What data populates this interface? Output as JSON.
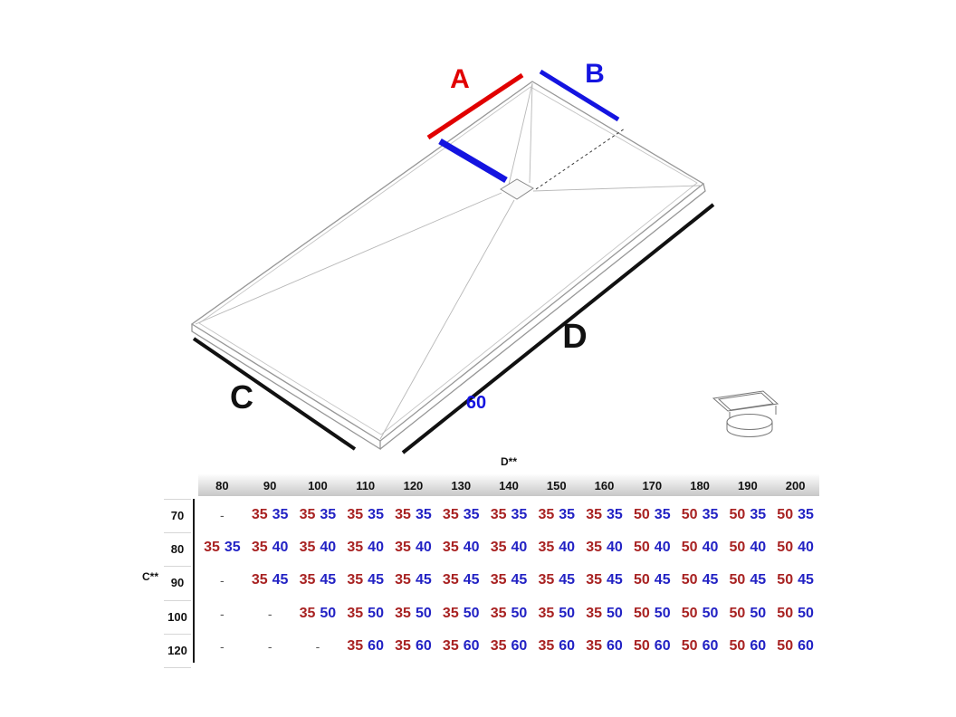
{
  "diagram": {
    "label_a": "A",
    "label_b": "B",
    "label_c": "C",
    "label_d": "D",
    "drain_offset": "60"
  },
  "colors": {
    "dim_a_red": "#e10000",
    "dim_b_blue": "#1414e0",
    "cell_red": "#a82222",
    "cell_blue": "#2222c4"
  },
  "table": {
    "d_header": "D**",
    "c_header": "C**",
    "columns": [
      "80",
      "90",
      "100",
      "110",
      "120",
      "130",
      "140",
      "150",
      "160",
      "170",
      "180",
      "190",
      "200"
    ],
    "rows": [
      {
        "label": "70",
        "cells": [
          "-",
          [
            "35",
            "35"
          ],
          [
            "35",
            "35"
          ],
          [
            "35",
            "35"
          ],
          [
            "35",
            "35"
          ],
          [
            "35",
            "35"
          ],
          [
            "35",
            "35"
          ],
          [
            "35",
            "35"
          ],
          [
            "35",
            "35"
          ],
          [
            "50",
            "35"
          ],
          [
            "50",
            "35"
          ],
          [
            "50",
            "35"
          ],
          [
            "50",
            "35"
          ]
        ]
      },
      {
        "label": "80",
        "cells": [
          [
            "35",
            "35"
          ],
          [
            "35",
            "40"
          ],
          [
            "35",
            "40"
          ],
          [
            "35",
            "40"
          ],
          [
            "35",
            "40"
          ],
          [
            "35",
            "40"
          ],
          [
            "35",
            "40"
          ],
          [
            "35",
            "40"
          ],
          [
            "35",
            "40"
          ],
          [
            "50",
            "40"
          ],
          [
            "50",
            "40"
          ],
          [
            "50",
            "40"
          ],
          [
            "50",
            "40"
          ]
        ]
      },
      {
        "label": "90",
        "cells": [
          "-",
          [
            "35",
            "45"
          ],
          [
            "35",
            "45"
          ],
          [
            "35",
            "45"
          ],
          [
            "35",
            "45"
          ],
          [
            "35",
            "45"
          ],
          [
            "35",
            "45"
          ],
          [
            "35",
            "45"
          ],
          [
            "35",
            "45"
          ],
          [
            "50",
            "45"
          ],
          [
            "50",
            "45"
          ],
          [
            "50",
            "45"
          ],
          [
            "50",
            "45"
          ]
        ]
      },
      {
        "label": "100",
        "cells": [
          "-",
          "-",
          [
            "35",
            "50"
          ],
          [
            "35",
            "50"
          ],
          [
            "35",
            "50"
          ],
          [
            "35",
            "50"
          ],
          [
            "35",
            "50"
          ],
          [
            "35",
            "50"
          ],
          [
            "35",
            "50"
          ],
          [
            "50",
            "50"
          ],
          [
            "50",
            "50"
          ],
          [
            "50",
            "50"
          ],
          [
            "50",
            "50"
          ]
        ]
      },
      {
        "label": "120",
        "cells": [
          "-",
          "-",
          "-",
          [
            "35",
            "60"
          ],
          [
            "35",
            "60"
          ],
          [
            "35",
            "60"
          ],
          [
            "35",
            "60"
          ],
          [
            "35",
            "60"
          ],
          [
            "35",
            "60"
          ],
          [
            "50",
            "60"
          ],
          [
            "50",
            "60"
          ],
          [
            "50",
            "60"
          ],
          [
            "50",
            "60"
          ]
        ]
      }
    ]
  }
}
